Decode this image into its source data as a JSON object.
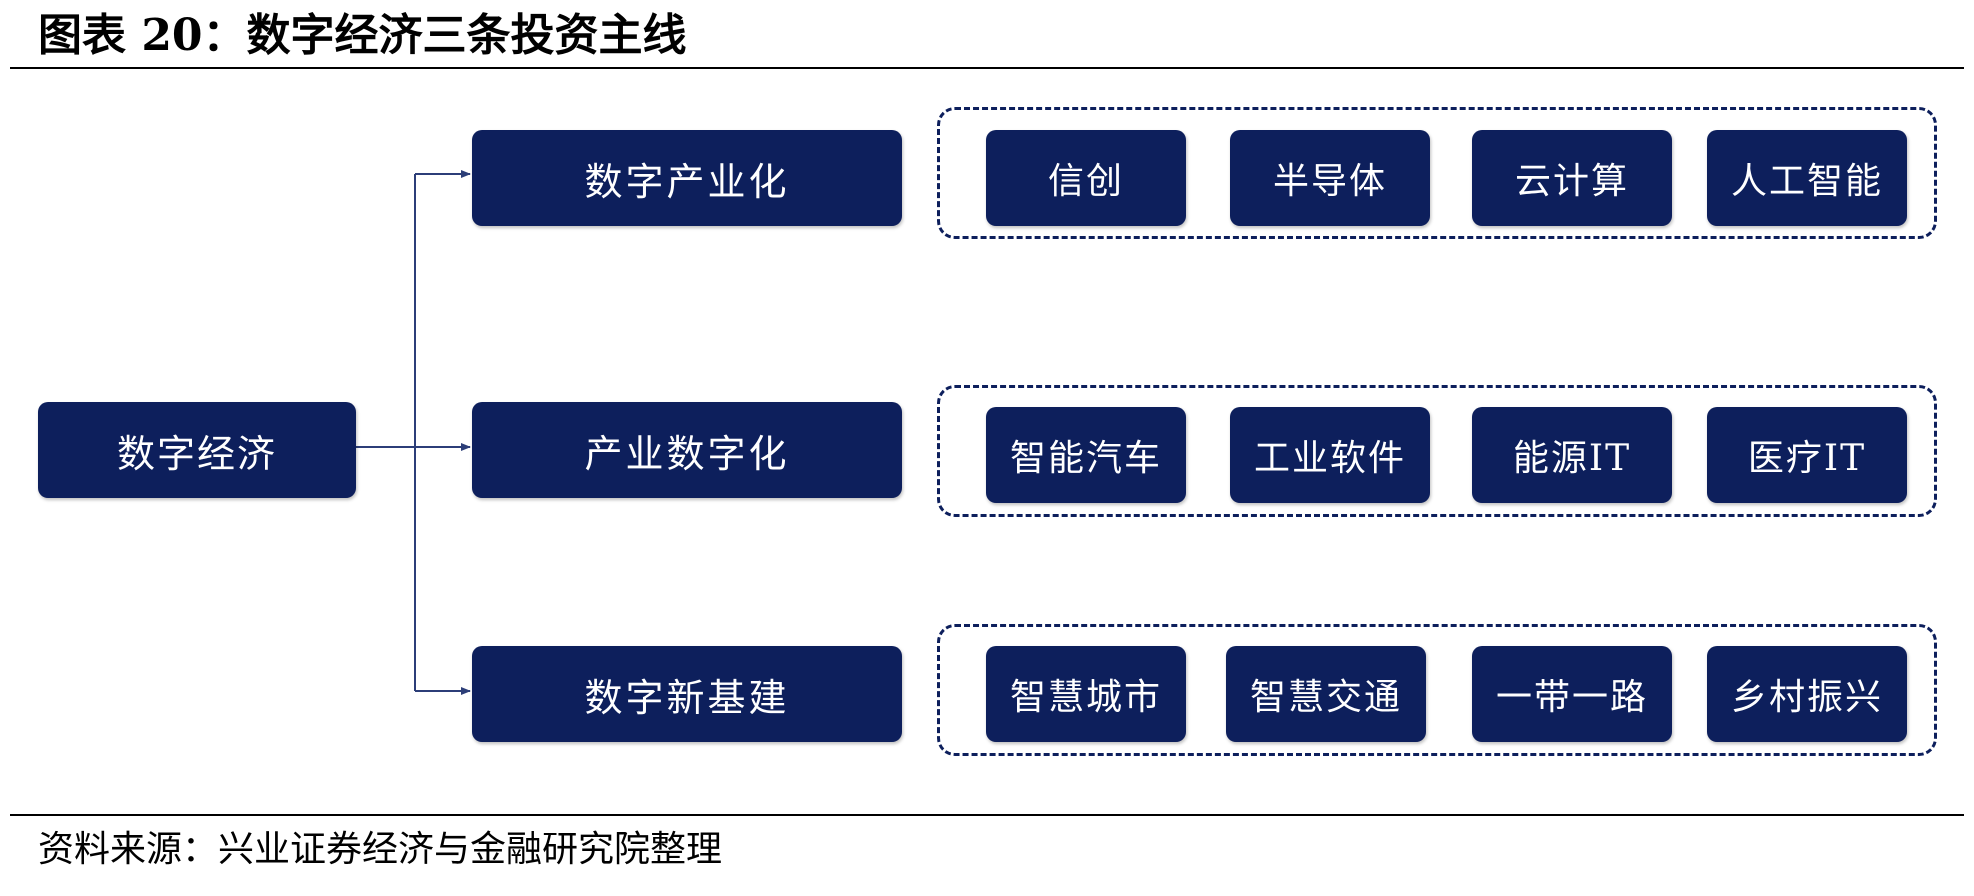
{
  "title": "图表 20：数字经济三条投资主线",
  "root": "数字经济",
  "branches": [
    {
      "label": "数字产业化",
      "items": [
        "信创",
        "半导体",
        "云计算",
        "人工智能"
      ]
    },
    {
      "label": "产业数字化",
      "items": [
        "智能汽车",
        "工业软件",
        "能源IT",
        "医疗IT"
      ]
    },
    {
      "label": "数字新基建",
      "items": [
        "智慧城市",
        "智慧交通",
        "一带一路",
        "乡村振兴"
      ]
    }
  ],
  "source": "资料来源：兴业证券经济与金融研究院整理",
  "colors": {
    "box": "#0d1f5c",
    "text": "#ffffff",
    "connector": "#2c3e78"
  }
}
